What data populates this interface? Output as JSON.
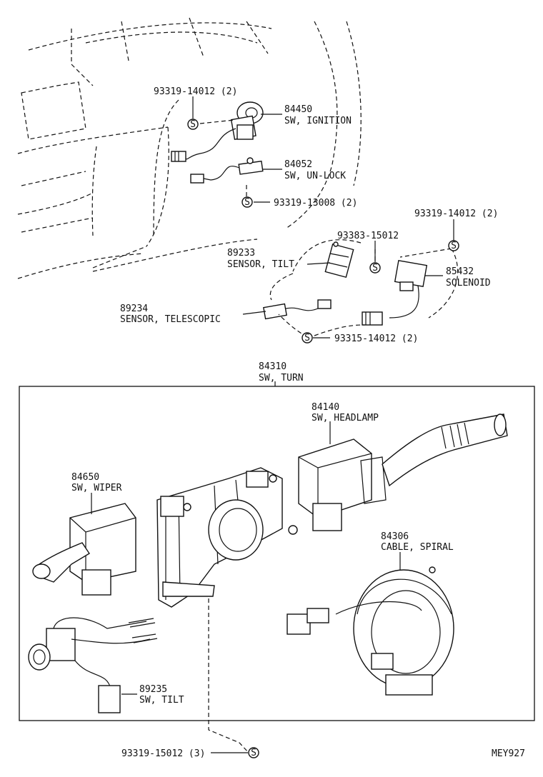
{
  "diagram": {
    "callouts": [
      {
        "id": "c1",
        "number": "93319-14012 (2)",
        "name": ""
      },
      {
        "id": "c2",
        "number": "84450",
        "name": "SW, IGNITION"
      },
      {
        "id": "c3",
        "number": "84052",
        "name": "SW, UN-LOCK"
      },
      {
        "id": "c4",
        "number": "93319-13008 (2)",
        "name": ""
      },
      {
        "id": "c5",
        "number": "93319-14012 (2)",
        "name": ""
      },
      {
        "id": "c6",
        "number": "93383-15012",
        "name": ""
      },
      {
        "id": "c7",
        "number": "89233",
        "name": "SENSOR, TILT"
      },
      {
        "id": "c8",
        "number": "85432",
        "name": "SOLENOID"
      },
      {
        "id": "c9",
        "number": "89234",
        "name": "SENSOR, TELESCOPIC"
      },
      {
        "id": "c10",
        "number": "93315-14012 (2)",
        "name": ""
      },
      {
        "id": "c11",
        "number": "84310",
        "name": "SW, TURN"
      },
      {
        "id": "c12",
        "number": "84140",
        "name": "SW, HEADLAMP"
      },
      {
        "id": "c13",
        "number": "84650",
        "name": "SW, WIPER"
      },
      {
        "id": "c14",
        "number": "84306",
        "name": "CABLE, SPIRAL"
      },
      {
        "id": "c15",
        "number": "89235",
        "name": "SW, TILT"
      },
      {
        "id": "c16",
        "number": "93319-15012 (3)",
        "name": ""
      }
    ],
    "screw_symbol": "S",
    "figure_code": "MEY927"
  }
}
